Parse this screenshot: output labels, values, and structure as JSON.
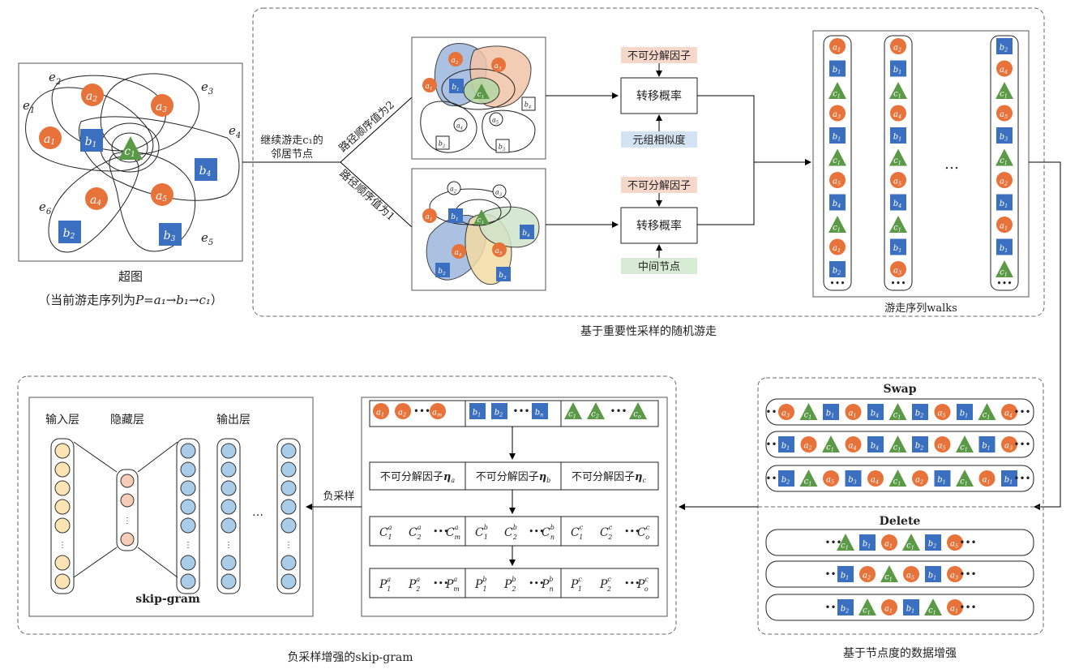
{
  "hypergraph": {
    "title": "超图",
    "caption_prefix": "（当前游走序列为",
    "caption_formula": "P=a₁→b₁→c₁",
    "caption_suffix": "）",
    "edge_labels": [
      "e1",
      "e2",
      "e3",
      "e4",
      "e5",
      "e6"
    ]
  },
  "branch": {
    "continue_line1": "继续游走c₁的",
    "continue_line2": "邻居节点",
    "order2": "路径顺序值为2",
    "order1": "路径顺序值为1"
  },
  "walk_section": {
    "title": "基于重要性采样的随机游走",
    "factor_top": "不可分解因子",
    "factor_bottom": "不可分解因子",
    "transition_top": "转移概率",
    "transition_bottom": "转移概率",
    "similarity": "元组相似度",
    "middle_node": "中间节点",
    "walks_label": "游走序列walks",
    "ellipsis": "…",
    "seq_end": "•••"
  },
  "augment_section": {
    "title": "基于节点度的数据增强",
    "swap": "Swap",
    "delete": "Delete"
  },
  "skipgram_section": {
    "title": "负采样增强的skip-gram",
    "input_layer": "输入层",
    "hidden_layer": "隐藏层",
    "output_layer": "输出层",
    "model_name": "skip-gram",
    "neg_sampling": "负采样",
    "factor": "不可分解因子"
  },
  "colors": {
    "a_node": "#E8733A",
    "b_node": "#3B6FBF",
    "c_node": "#5A9A46",
    "factor_bg": "#F6D8CB",
    "similarity_bg": "#D4E3F1",
    "middle_bg": "#D8EBD4",
    "input_neuron": "#FBE3B4",
    "hidden_neuron": "#F5CCB8",
    "output_neuron": "#A9CCE8"
  },
  "sequences": {
    "col1": [
      "a1",
      "b1",
      "c1",
      "a3",
      "b1",
      "c1",
      "a5",
      "b4",
      "c1",
      "a1",
      "b2"
    ],
    "col2": [
      "a2",
      "b1",
      "c1",
      "a4",
      "b1",
      "c1",
      "a5",
      "b4",
      "c1",
      "b1",
      "a3"
    ],
    "col3": [
      "b2",
      "a4",
      "c1",
      "a5",
      "b3",
      "c1",
      "a2",
      "b1",
      "a1",
      "b1",
      "c1"
    ]
  },
  "swap_rows": [
    [
      "a3",
      "c1",
      "b1",
      "a1",
      "b4",
      "c1",
      "b2",
      "a5",
      "b1",
      "c1",
      "a4"
    ],
    [
      "b1",
      "a2",
      "c1",
      "a4",
      "b4",
      "c1",
      "b2",
      "a5",
      "c1",
      "b1",
      "a3"
    ],
    [
      "b2",
      "c1",
      "a5",
      "b3",
      "a4",
      "c1",
      "a2",
      "b1",
      "c1",
      "a1",
      "b1"
    ]
  ],
  "delete_rows": [
    [
      "c1",
      "b1",
      "a1",
      "c1",
      "b2",
      "a5"
    ],
    [
      "b1",
      "a2",
      "c1",
      "a5",
      "b1",
      "a3"
    ],
    [
      "b2",
      "c1",
      "a1",
      "b1",
      "c1",
      "a1"
    ]
  ]
}
